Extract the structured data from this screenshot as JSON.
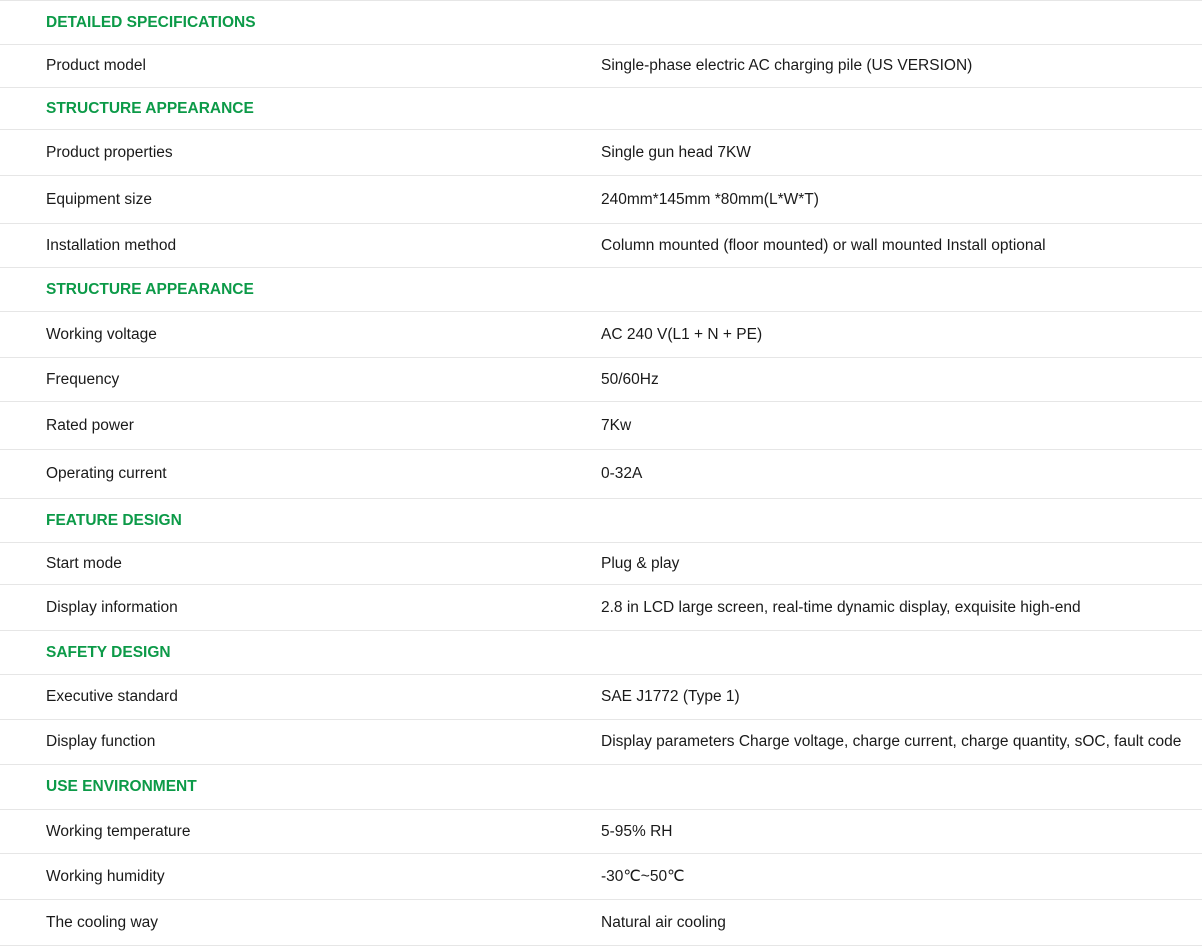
{
  "colors": {
    "section_heading": "#0c9a48",
    "text": "#1a1a1a",
    "divider": "#e6e6e6"
  },
  "rows": [
    {
      "type": "section",
      "label": "DETAILED SPECIFICATIONS"
    },
    {
      "type": "row",
      "label": "Product model",
      "value": "Single-phase electric AC charging pile (US VERSION)"
    },
    {
      "type": "section",
      "label": "STRUCTURE APPEARANCE"
    },
    {
      "type": "row",
      "label": "Product properties",
      "value": "Single gun head 7KW"
    },
    {
      "type": "row",
      "label": "Equipment size",
      "value": "240mm*145mm *80mm(L*W*T)"
    },
    {
      "type": "row",
      "label": "Installation method",
      "value": "Column mounted (floor mounted) or wall mounted Install optional"
    },
    {
      "type": "section",
      "label": "STRUCTURE APPEARANCE"
    },
    {
      "type": "row",
      "label": "Working voltage",
      "value": "AC 240 V(L1 + N + PE)"
    },
    {
      "type": "row",
      "label": "Frequency",
      "value": "50/60Hz"
    },
    {
      "type": "row",
      "label": "Rated power",
      "value": "7Kw"
    },
    {
      "type": "row",
      "label": "Operating current",
      "value": "0-32A"
    },
    {
      "type": "section",
      "label": "FEATURE DESIGN"
    },
    {
      "type": "row",
      "label": "Start mode",
      "value": "Plug & play"
    },
    {
      "type": "row",
      "label": "Display information",
      "value": "2.8 in LCD large screen, real-time dynamic display, exquisite high-end"
    },
    {
      "type": "section",
      "label": "SAFETY DESIGN"
    },
    {
      "type": "row",
      "label": "Executive standard",
      "value": "SAE J1772 (Type 1)"
    },
    {
      "type": "row",
      "label": "Display function",
      "value": "Display parameters Charge voltage, charge current, charge quantity, sOC, fault code"
    },
    {
      "type": "section",
      "label": "USE ENVIRONMENT"
    },
    {
      "type": "row",
      "label": "Working temperature",
      "value": "5-95% RH"
    },
    {
      "type": "row",
      "label": "Working humidity",
      "value": "-30℃~50℃"
    },
    {
      "type": "row",
      "label": "The cooling way",
      "value": "Natural air cooling"
    }
  ]
}
